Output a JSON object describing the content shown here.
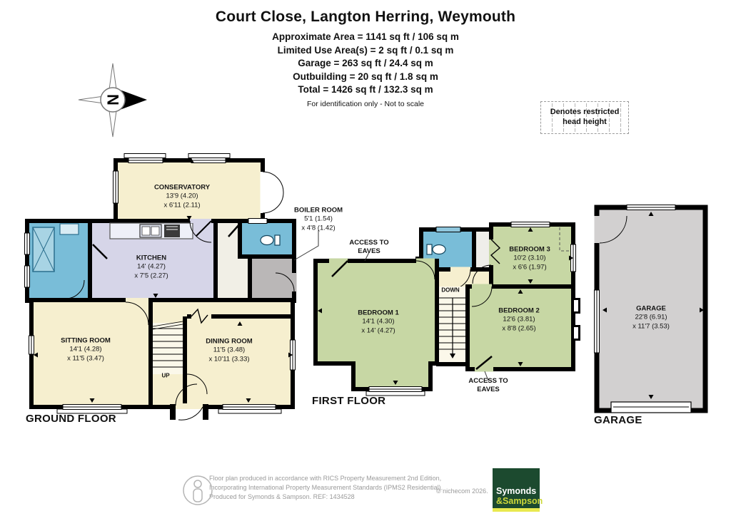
{
  "header": {
    "title": "Court Close, Langton Herring, Weymouth",
    "area_lines": [
      "Approximate Area = 1141 sq ft / 106 sq m",
      "Limited Use Area(s) = 2 sq ft / 0.1 sq m",
      "Garage = 263 sq ft / 24.4 sq m",
      "Outbuilding = 20 sq ft / 1.8 sq m",
      "Total = 1426 sq ft / 132.3 sq m"
    ],
    "disclaimer": "For identification only - Not to scale"
  },
  "compass": {
    "north": "N"
  },
  "legend": {
    "text": "Denotes restricted head height"
  },
  "ground_floor": {
    "label": "GROUND FLOOR",
    "stairs_label": "UP",
    "rooms": {
      "conservatory": {
        "name": "CONSERVATORY",
        "dims": "13'9 (4.20)",
        "dims2": "x 6'11 (2.11)"
      },
      "kitchen": {
        "name": "KITCHEN",
        "dims": "14' (4.27)",
        "dims2": "x 7'5 (2.27)"
      },
      "boiler_room": {
        "name": "BOILER ROOM",
        "dims": "5'1 (1.54)",
        "dims2": "x 4'8 (1.42)"
      },
      "sitting_room": {
        "name": "SITTING ROOM",
        "dims": "14'1 (4.28)",
        "dims2": "x 11'5 (3.47)"
      },
      "dining_room": {
        "name": "DINING ROOM",
        "dims": "11'5 (3.48)",
        "dims2": "x 10'11 (3.33)"
      }
    }
  },
  "first_floor": {
    "label": "FIRST FLOOR",
    "stairs_label": "DOWN",
    "access_to_eaves": "ACCESS TO EAVES",
    "rooms": {
      "bedroom1": {
        "name": "BEDROOM 1",
        "dims": "14'1 (4.30)",
        "dims2": "x 14' (4.27)"
      },
      "bedroom2": {
        "name": "BEDROOM 2",
        "dims": "12'6 (3.81)",
        "dims2": "x 8'8 (2.65)"
      },
      "bedroom3": {
        "name": "BEDROOM 3",
        "dims": "10'2 (3.10)",
        "dims2": "x 6'6 (1.97)"
      }
    }
  },
  "garage": {
    "label": "GARAGE",
    "room": {
      "name": "GARAGE",
      "dims": "22'8 (6.91)",
      "dims2": "x 11'7 (3.53)"
    }
  },
  "footer": {
    "line1": "Floor plan produced in accordance with RICS Property Measurement 2nd Edition,",
    "line2": "Incorporating International Property Measurement Standards (IPMS2 Residential).",
    "line3": "Produced for Symonds & Sampson.   REF: 1434528",
    "copyright": "© nichecom 2026.",
    "logo_line1": "Symonds",
    "logo_line2": "&Sampson"
  },
  "colors": {
    "wall": "#000000",
    "room_cream": "#f6efcf",
    "room_green": "#c7d7a4",
    "room_blue": "#79bdd8",
    "room_lavender": "#d6d5e8",
    "room_gray": "#bab7b7",
    "garage_gray": "#d2d0d0",
    "logo_green": "#1c4a2f",
    "logo_yellow": "#ccd83a",
    "logo_bar_yellow": "#e9e94f"
  }
}
